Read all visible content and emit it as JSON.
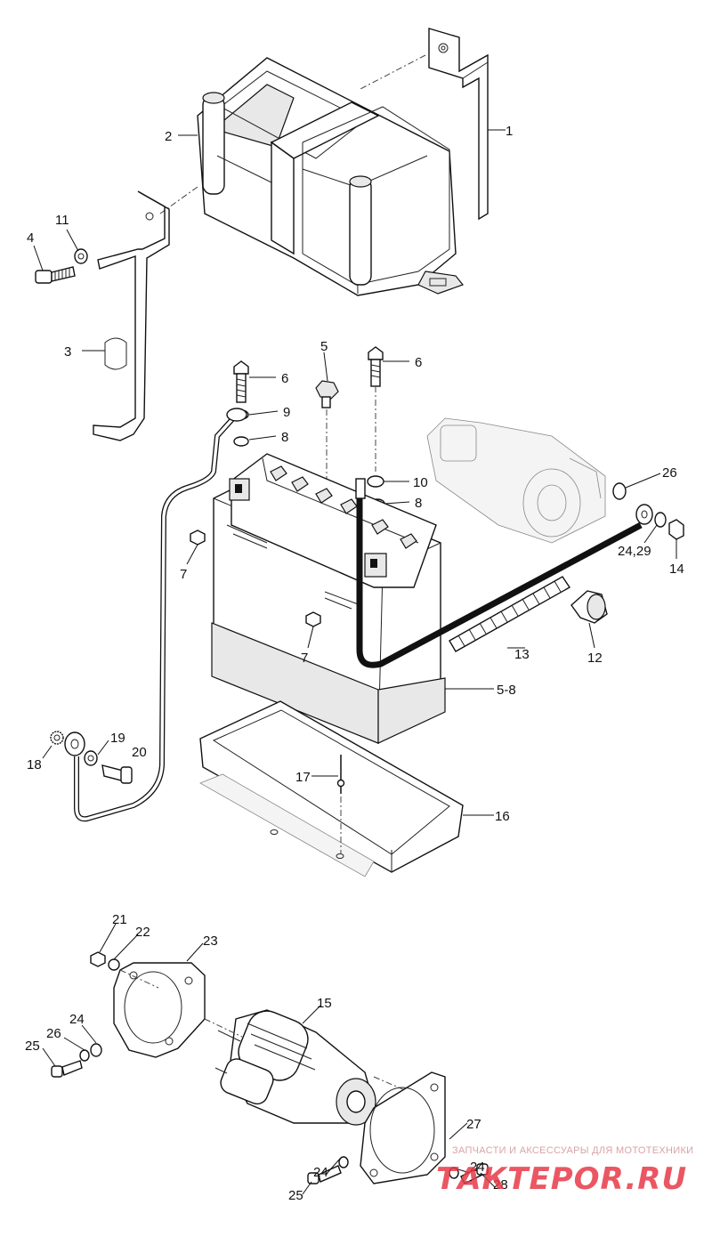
{
  "callouts": {
    "c1": "1",
    "c2": "2",
    "c3": "3",
    "c4": "4",
    "c11": "11",
    "c5": "5",
    "c6a": "6",
    "c6b": "6",
    "c9": "9",
    "c8a": "8",
    "c10": "10",
    "c8b": "8",
    "c26a": "26",
    "c24_29": "24,29",
    "c14": "14",
    "c7a": "7",
    "c7b": "7",
    "c13": "13",
    "c12": "12",
    "c5_8": "5-8",
    "c18": "18",
    "c19": "19",
    "c20": "20",
    "c17": "17",
    "c16": "16",
    "c21": "21",
    "c22": "22",
    "c23": "23",
    "c15": "15",
    "c24a": "24",
    "c26b": "26",
    "c25a": "25",
    "c27": "27",
    "c24b": "24",
    "c24c": "24",
    "c28": "28",
    "c25b": "25"
  },
  "watermark": {
    "tagline": "ЗАПЧАСТИ И АКСЕССУАРЫ ДЛЯ МОТОТЕХНИКИ",
    "brand": "ТАКТЕРОR.RU"
  }
}
